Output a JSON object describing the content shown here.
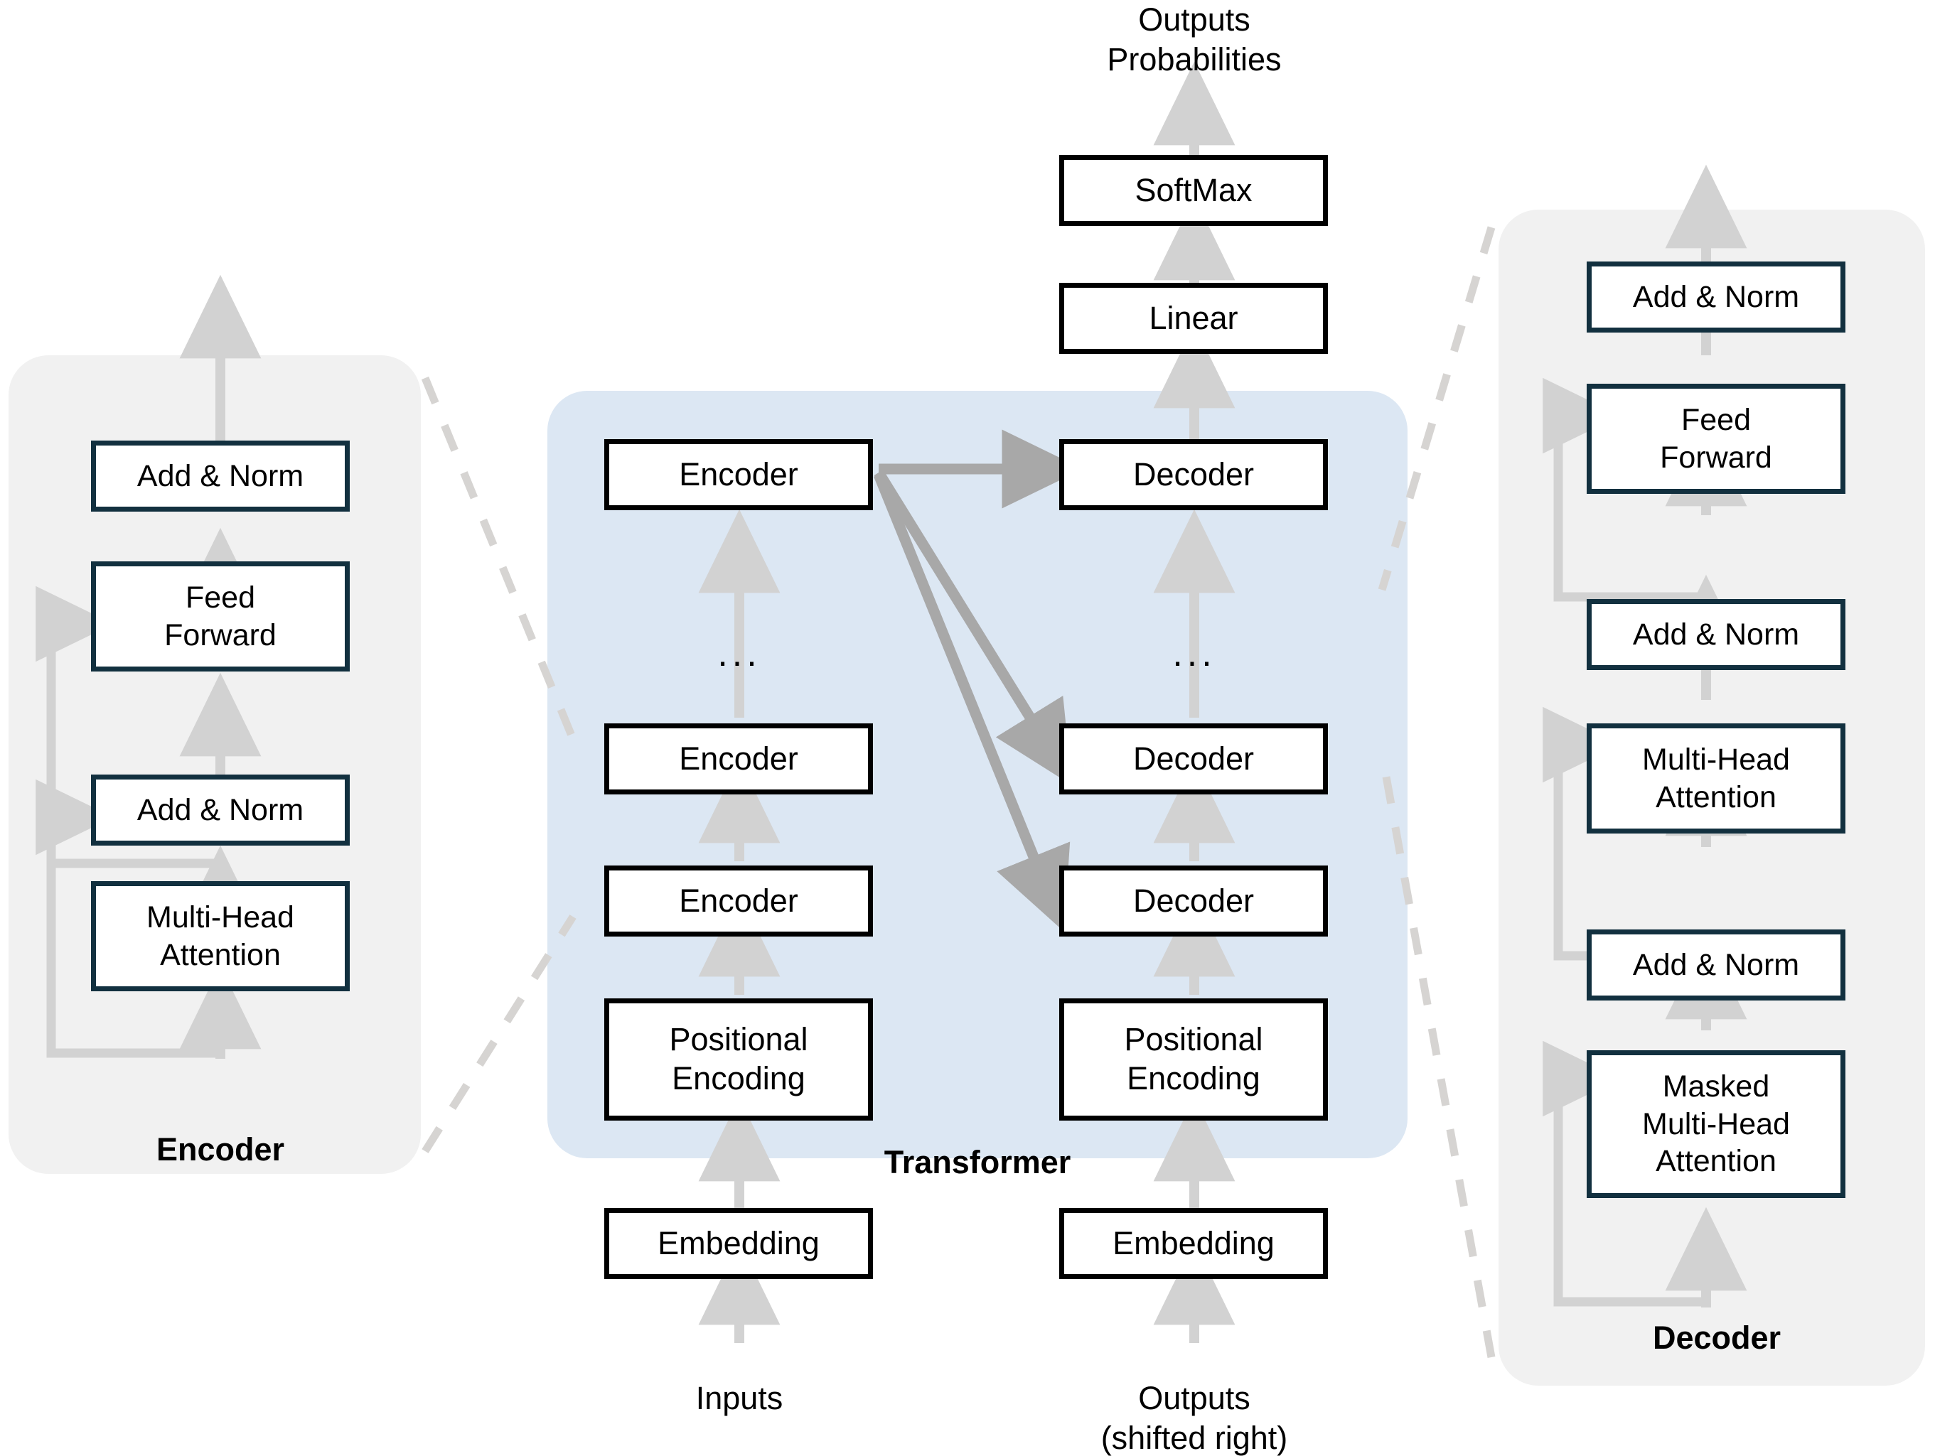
{
  "diagram": {
    "title": "Transformer Architecture",
    "colors": {
      "panel_gray": "#f1f1f1",
      "panel_blue": "#dce7f3",
      "box_border_navy": "#12303f",
      "box_border_black": "#000000",
      "arrow_light": "#d2d2d2",
      "arrow_medium": "#a8a8a8",
      "dash_line": "#d6d4d2",
      "text": "#000000"
    }
  },
  "encoder_panel": {
    "label": "Encoder",
    "blocks": [
      {
        "id": "enc-add-norm-2",
        "label": "Add & Norm"
      },
      {
        "id": "enc-feed-forward",
        "label": "Feed\nForward"
      },
      {
        "id": "enc-add-norm-1",
        "label": "Add & Norm"
      },
      {
        "id": "enc-multi-head",
        "label": "Multi-Head\nAttention"
      }
    ]
  },
  "transformer_panel": {
    "label": "Transformer",
    "ellipsis": "...",
    "encoder_stack": [
      {
        "id": "enc-top",
        "label": "Encoder"
      },
      {
        "id": "enc-mid",
        "label": "Encoder"
      },
      {
        "id": "enc-bottom",
        "label": "Encoder"
      }
    ],
    "decoder_stack": [
      {
        "id": "dec-top",
        "label": "Decoder"
      },
      {
        "id": "dec-mid",
        "label": "Decoder"
      },
      {
        "id": "dec-bottom",
        "label": "Decoder"
      }
    ],
    "positional_encoding_left": "Positional\nEncoding",
    "positional_encoding_right": "Positional\nEncoding"
  },
  "decoder_panel": {
    "label": "Decoder",
    "blocks": [
      {
        "id": "dec-add-norm-3",
        "label": "Add & Norm"
      },
      {
        "id": "dec-feed-forward",
        "label": "Feed\nForward"
      },
      {
        "id": "dec-add-norm-2",
        "label": "Add & Norm"
      },
      {
        "id": "dec-multi-head",
        "label": "Multi-Head\nAttention"
      },
      {
        "id": "dec-add-norm-1",
        "label": "Add & Norm"
      },
      {
        "id": "dec-masked-mha",
        "label": "Masked\nMulti-Head\nAttention"
      }
    ]
  },
  "head": {
    "softmax": "SoftMax",
    "linear": "Linear",
    "outputs_probabilities": "Outputs\nProbabilities"
  },
  "io": {
    "embedding_left": "Embedding",
    "embedding_right": "Embedding",
    "inputs_label": "Inputs",
    "outputs_label": "Outputs\n(shifted right)"
  }
}
